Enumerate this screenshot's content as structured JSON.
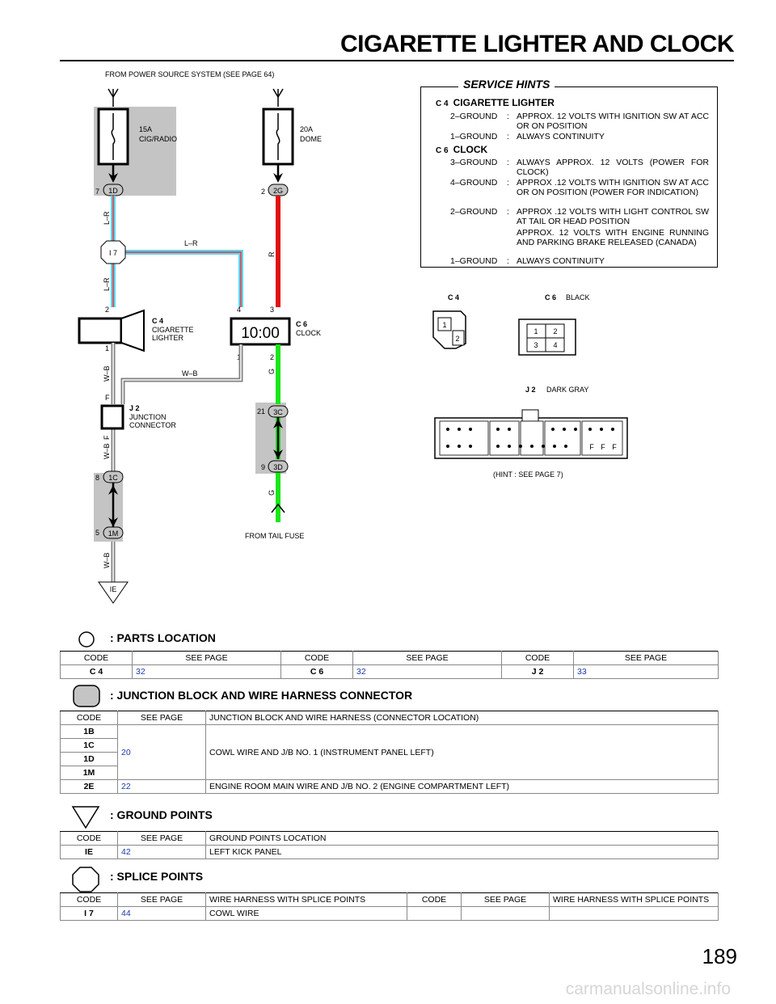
{
  "title": "CIGARETTE LIGHTER AND CLOCK",
  "page_number": "189",
  "watermark": "carmanualsonline.info",
  "diagram": {
    "power_source": "FROM POWER SOURCE SYSTEM (SEE PAGE 64)",
    "tail_fuse": "FROM TAIL FUSE",
    "fuse1": {
      "rating": "15A",
      "name": "CIG/RADIO",
      "pin": "7",
      "connector": "1D"
    },
    "fuse2": {
      "rating": "20A",
      "name": "DOME",
      "pin": "2",
      "connector": "2G"
    },
    "splice": "I 7",
    "wire_lr": "L–R",
    "wire_r": "R",
    "wire_wb": "W–B",
    "wire_g": "G",
    "wire_f": "F",
    "c4": {
      "code": "C 4",
      "name1": "CIGARETTE",
      "name2": "LIGHTER",
      "pin_top": "2",
      "pin_bottom": "1"
    },
    "c6": {
      "code": "C 6",
      "name": "CLOCK",
      "display": "10:00",
      "pin_top_left": "4",
      "pin_top_right": "3",
      "pin_bottom_left": "1",
      "pin_bottom_right": "2"
    },
    "j2": {
      "code": "J 2",
      "name1": "JUNCTION",
      "name2": "CONNECTOR"
    },
    "conn_3c": {
      "pin": "21",
      "code": "3C"
    },
    "conn_3d": {
      "pin": "9",
      "code": "3D"
    },
    "conn_1c": {
      "pin": "8",
      "code": "1C"
    },
    "conn_1m": {
      "pin": "5",
      "code": "1M"
    },
    "ground": "IE",
    "colors": {
      "lr_blue": "#5ad6f0",
      "lr_red": "#e33",
      "red": "#e01010",
      "green": "#19e619",
      "shade": "#c4c4c4"
    }
  },
  "hints": {
    "title": "SERVICE HINTS",
    "c4_code": "C 4",
    "c4_name": "CIGARETTE LIGHTER",
    "c4_rows": [
      {
        "term": "2–GROUND",
        "desc": "APPROX. 12 VOLTS WITH IGNITION SW AT ACC OR ON POSITION"
      },
      {
        "term": "1–GROUND",
        "desc": "ALWAYS CONTINUITY"
      }
    ],
    "c6_code": "C 6",
    "c6_name": "CLOCK",
    "c6_rows": [
      {
        "term": "3–GROUND",
        "desc": "ALWAYS APPROX. 12 VOLTS (POWER FOR CLOCK)"
      },
      {
        "term": "4–GROUND",
        "desc": "APPROX .12 VOLTS WITH IGNITION SW AT ACC OR ON POSITION (POWER FOR INDICATION)"
      },
      {
        "term": "2–GROUND",
        "desc": "APPROX .12 VOLTS WITH LIGHT CONTROL SW AT TAIL OR HEAD POSITION"
      },
      {
        "term": "",
        "desc": "APPROX. 12 VOLTS WITH ENGINE RUNNING AND PARKING BRAKE RELEASED (CANADA)"
      },
      {
        "term": "1–GROUND",
        "desc": "ALWAYS CONTINUITY"
      }
    ]
  },
  "connectors": {
    "c4": {
      "code": "C 4",
      "pins": [
        "1",
        "2"
      ]
    },
    "c6": {
      "code": "C 6",
      "color": "BLACK",
      "pins": [
        "1",
        "2",
        "3",
        "4"
      ]
    },
    "j2": {
      "code": "J 2",
      "color": "DARK GRAY",
      "f_labels": [
        "F",
        "F",
        "F"
      ]
    },
    "hint": "(HINT : SEE PAGE 7)"
  },
  "parts_location": {
    "heading": ": PARTS LOCATION",
    "headers": [
      "CODE",
      "SEE PAGE",
      "CODE",
      "SEE PAGE",
      "CODE",
      "SEE PAGE"
    ],
    "row": [
      "C 4",
      "32",
      "C 6",
      "32",
      "J 2",
      "33"
    ]
  },
  "junction_block": {
    "heading": ": JUNCTION BLOCK AND WIRE HARNESS CONNECTOR",
    "headers": [
      "CODE",
      "SEE PAGE",
      "JUNCTION BLOCK AND WIRE HARNESS (CONNECTOR LOCATION)"
    ],
    "group_codes": [
      "1B",
      "1C",
      "1D",
      "1M"
    ],
    "group_page": "20",
    "group_location": "COWL WIRE AND J/B NO. 1 (INSTRUMENT PANEL LEFT)",
    "last_row": [
      "2E",
      "22",
      "ENGINE ROOM MAIN WIRE AND J/B NO. 2 (ENGINE COMPARTMENT LEFT)"
    ]
  },
  "ground_points": {
    "heading": ": GROUND POINTS",
    "headers": [
      "CODE",
      "SEE PAGE",
      "GROUND POINTS LOCATION"
    ],
    "row": [
      "IE",
      "42",
      "LEFT KICK PANEL"
    ]
  },
  "splice_points": {
    "heading": ": SPLICE POINTS",
    "headers": [
      "CODE",
      "SEE PAGE",
      "WIRE HARNESS WITH SPLICE POINTS",
      "CODE",
      "SEE PAGE",
      "WIRE HARNESS WITH SPLICE POINTS"
    ],
    "row": [
      "I 7",
      "44",
      "COWL WIRE",
      "",
      "",
      ""
    ]
  }
}
